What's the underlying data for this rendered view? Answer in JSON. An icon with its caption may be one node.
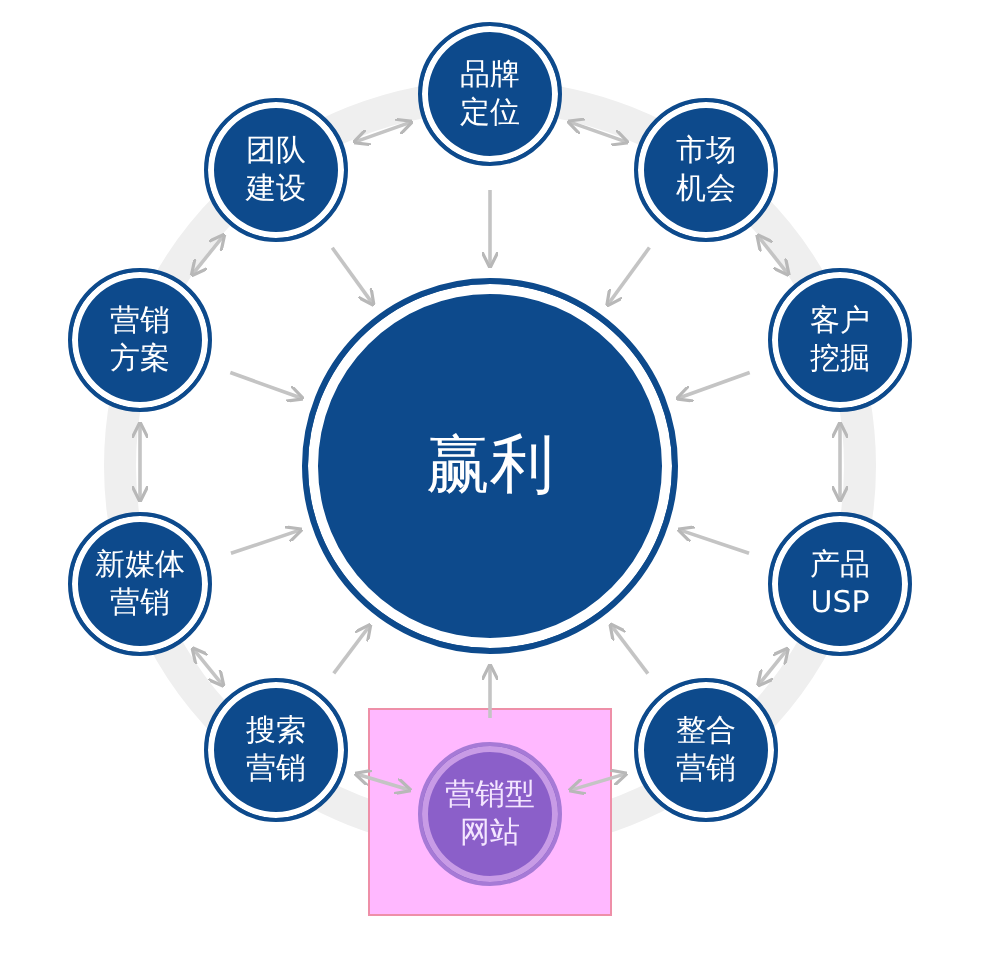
{
  "diagram": {
    "nodes": [
      {
        "text": [
          "品牌定位"
        ]
      },
      {
        "text": [
          "团队建设"
        ]
      },
      {
        "text": [
          "市场机会"
        ]
      },
      {
        "text": [
          "营销方案"
        ]
      },
      {
        "text": [
          "客户挖掘"
        ]
      },
      {
        "text": [
          "赢利"
        ]
      },
      {
        "text": [
          "新媒体营销"
        ]
      },
      {
        "text": [
          "产品USP"
        ]
      },
      {
        "text": [
          "搜索营销"
        ]
      },
      {
        "text": [
          "整合营销"
        ]
      },
      {
        "text": [],
        "shape": "box"
      },
      {
        "text": [
          "营销型网站"
        ],
        "in": 10
      }
    ],
    "edges": [
      {
        "from": 0,
        "to": 5,
        "arrow": "to"
      },
      {
        "from": 1,
        "to": 5,
        "arrow": "to"
      },
      {
        "from": 2,
        "to": 5,
        "arrow": "to"
      },
      {
        "from": 3,
        "to": 5,
        "arrow": "to"
      },
      {
        "from": 4,
        "to": 5,
        "arrow": "to"
      },
      {
        "from": 6,
        "to": 5,
        "arrow": "to"
      },
      {
        "from": 7,
        "to": 5,
        "arrow": "to"
      },
      {
        "from": 8,
        "to": 5,
        "arrow": "to"
      },
      {
        "from": 9,
        "to": 5,
        "arrow": "to"
      },
      {
        "from": 11,
        "to": 5,
        "arrow": "to"
      },
      {
        "from": 0,
        "to": 2,
        "arrow": "both"
      },
      {
        "from": 2,
        "to": 4,
        "arrow": "both"
      },
      {
        "from": 4,
        "to": 7,
        "arrow": "both"
      },
      {
        "from": 7,
        "to": 9,
        "arrow": "both"
      },
      {
        "from": 9,
        "to": 11,
        "arrow": "both"
      },
      {
        "from": 11,
        "to": 8,
        "arrow": "both"
      },
      {
        "from": 8,
        "to": 6,
        "arrow": "both"
      },
      {
        "from": 6,
        "to": 3,
        "arrow": "both"
      },
      {
        "from": 3,
        "to": 1,
        "arrow": "both"
      },
      {
        "from": 1,
        "to": 0,
        "arrow": "both"
      }
    ]
  }
}
